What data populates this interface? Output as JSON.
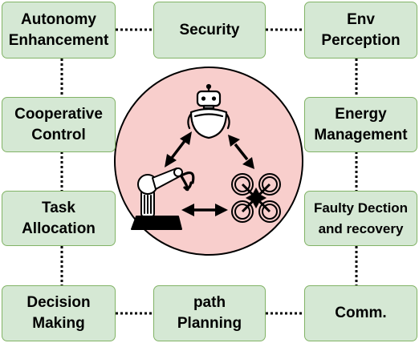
{
  "boxes": {
    "autonomy": [
      "Autonomy",
      "Enhancement"
    ],
    "security": [
      "Security"
    ],
    "env": [
      "Env",
      "Perception"
    ],
    "cooperative": [
      "Cooperative",
      "Control"
    ],
    "energy": [
      "Energy",
      "Management"
    ],
    "task": [
      "Task",
      "Allocation"
    ],
    "faulty": [
      "Faulty Dection",
      "and recovery"
    ],
    "decision": [
      "Decision",
      "Making"
    ],
    "path": [
      "path",
      "Planning"
    ],
    "comm": [
      "Comm."
    ]
  },
  "center": {
    "agents": [
      "robot",
      "robotic-arm",
      "drone"
    ]
  },
  "colors": {
    "box_fill": "#d5e8d4",
    "box_border": "#82b366",
    "circle_fill": "#f8cecc",
    "circle_border": "#000000",
    "connector": "#000000"
  }
}
